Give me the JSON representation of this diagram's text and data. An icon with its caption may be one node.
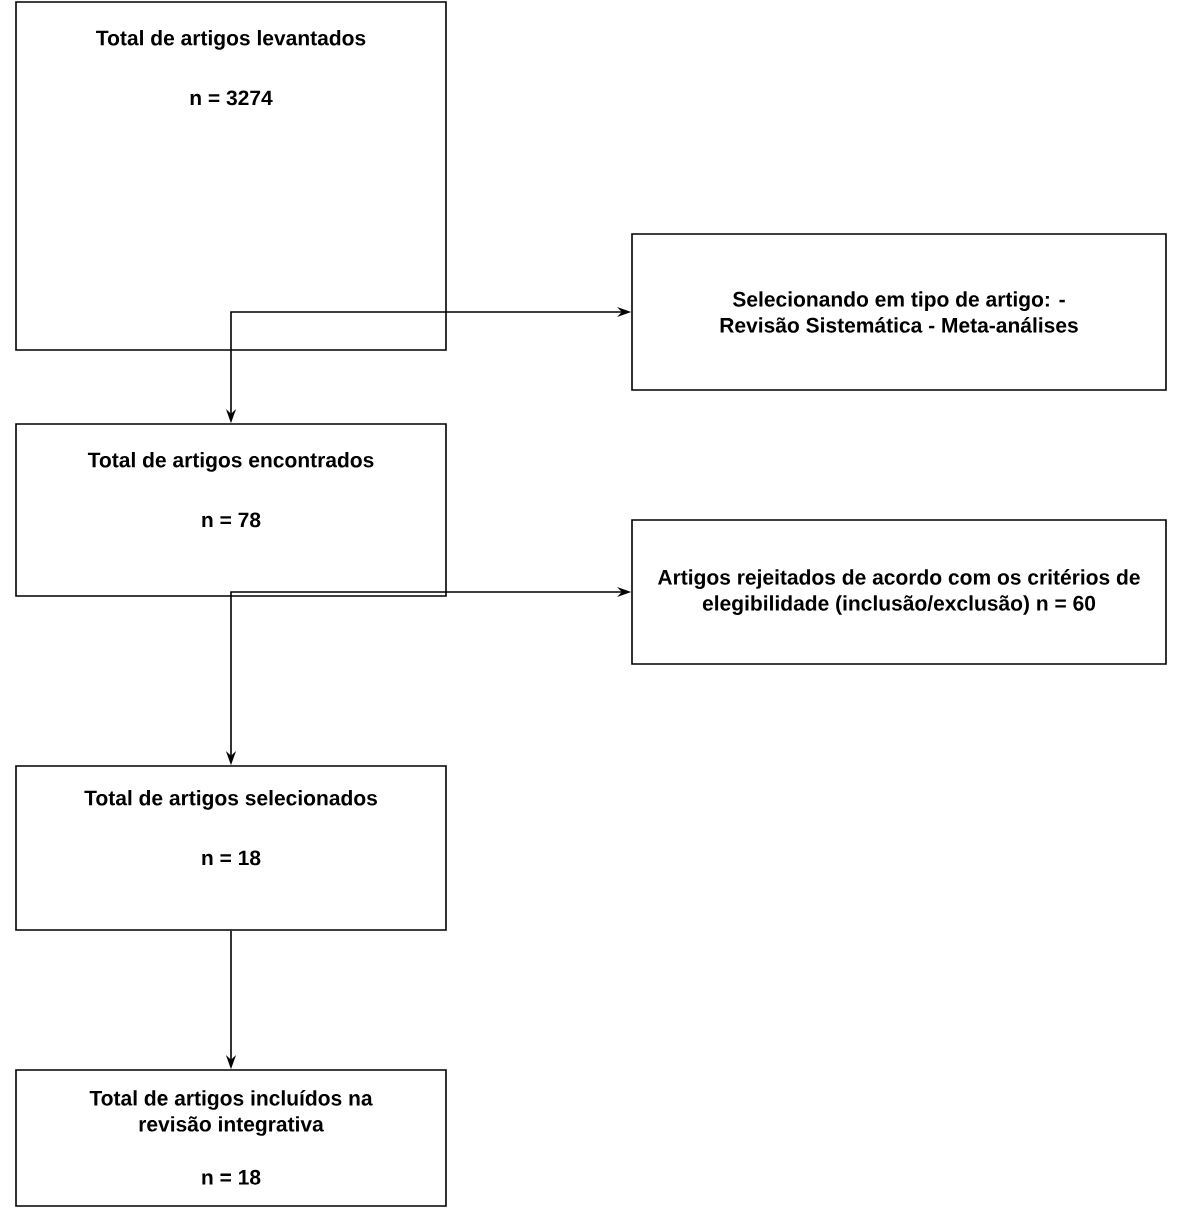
{
  "diagram": {
    "nodes": [
      {
        "text": [
          "Total de artigos levantados",
          "n = 3274"
        ]
      },
      {
        "text": [
          "Selecionando em tipo de artigo: - Revisão Sistemática - Meta-análises"
        ]
      },
      {
        "text": [
          "Total de artigos encontrados",
          "n = 78"
        ]
      },
      {
        "text": [
          "Artigos rejeitados de acordo com os critérios de elegibilidade (inclusão/exclusão) n = 60"
        ]
      },
      {
        "text": [
          "Total de artigos selecionados",
          "n = 18"
        ]
      },
      {
        "text": [
          "Total de artigos incluídos na revisão integrativa",
          "n = 18"
        ]
      }
    ],
    "edges": [
      {
        "from": 0,
        "to": 2,
        "arrow": "to"
      },
      {
        "from": 0,
        "to": 1,
        "arrow": "to"
      },
      {
        "from": 2,
        "to": 4,
        "arrow": "to"
      },
      {
        "from": 2,
        "to": 3,
        "arrow": "to"
      },
      {
        "from": 4,
        "to": 5,
        "arrow": "to"
      }
    ]
  }
}
